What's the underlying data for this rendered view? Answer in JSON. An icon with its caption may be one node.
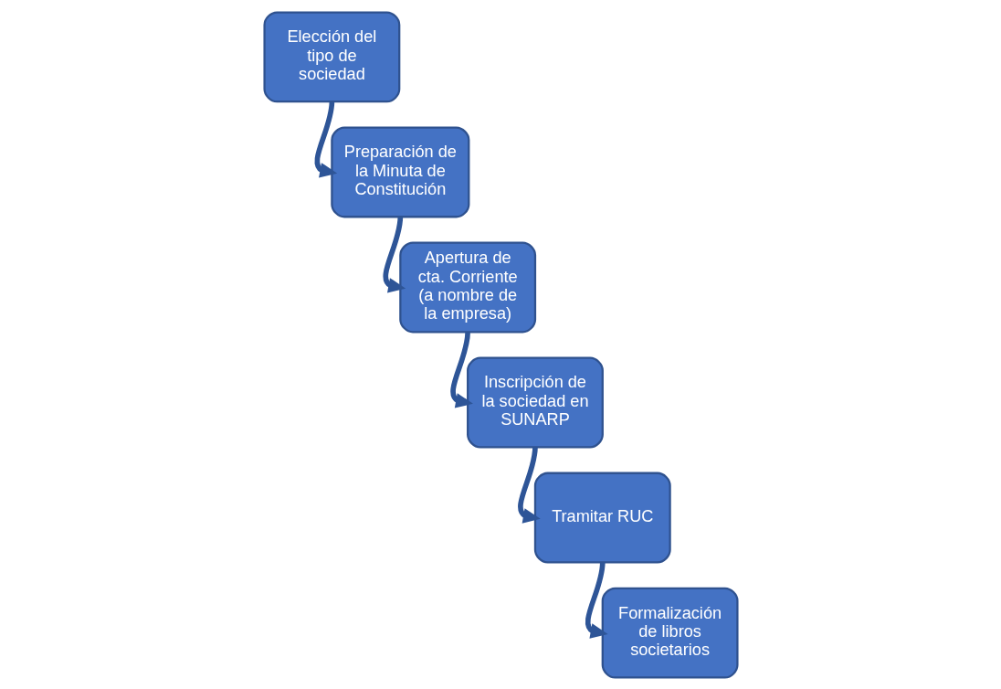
{
  "diagram": {
    "nodes": [
      {
        "text": [
          "Elección del tipo de sociedad"
        ]
      },
      {
        "text": [
          "Preparación de la Minuta de Constitución"
        ]
      },
      {
        "text": [
          "Apertura de cta. Corriente (a nombre de la empresa)"
        ]
      },
      {
        "text": [
          "Inscripción de la sociedad en SUNARP"
        ]
      },
      {
        "text": [
          "Tramitar RUC"
        ]
      },
      {
        "text": [
          "Formalización de libros societarios"
        ]
      }
    ],
    "edges": [
      {
        "from": 0,
        "to": 1,
        "arrow": "to"
      },
      {
        "from": 1,
        "to": 2,
        "arrow": "to"
      },
      {
        "from": 2,
        "to": 3,
        "arrow": "to"
      },
      {
        "from": 3,
        "to": 4,
        "arrow": "to"
      },
      {
        "from": 4,
        "to": 5,
        "arrow": "to"
      }
    ]
  }
}
